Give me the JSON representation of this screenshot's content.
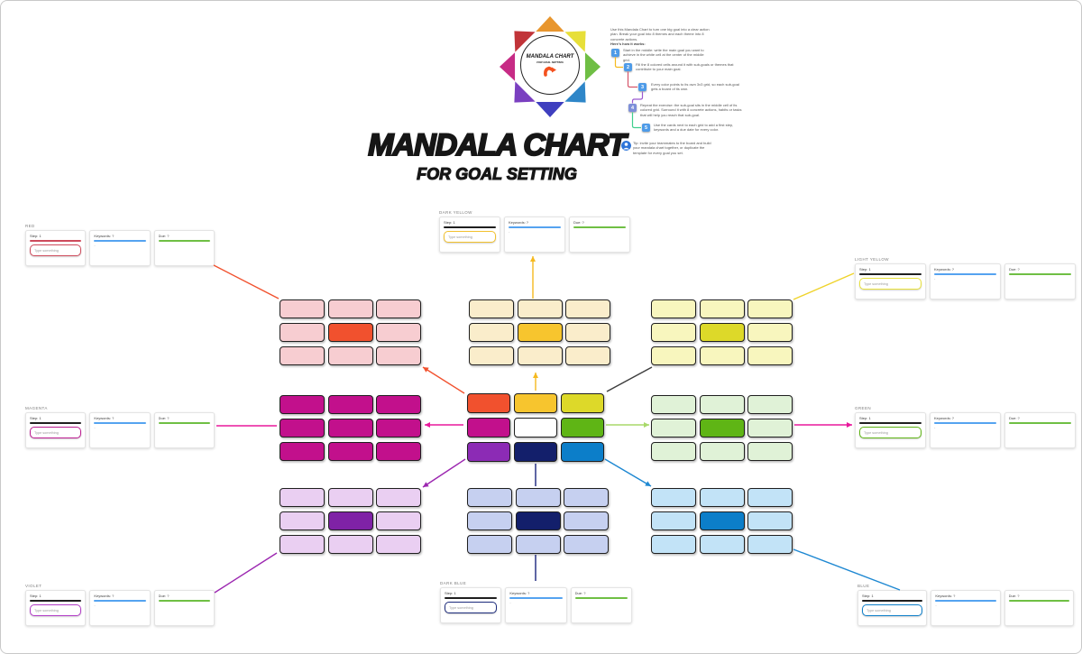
{
  "heading": {
    "title": "MANDALA CHART",
    "subtitle": "FOR GOAL SETTING"
  },
  "logo": {
    "title": "MANDALA CHART",
    "subtitle": "FOR GOAL SETTING",
    "arm_icon_color": "#F4511E",
    "star_colors": [
      "#E8962E",
      "#E7DF39",
      "#6FBE44",
      "#2E86C8",
      "#3F3FBF",
      "#7A3FC0",
      "#C72B85",
      "#C13439"
    ]
  },
  "instructions": {
    "intro": "Use this Mandala Chart to turn one big goal into a clear action plan. Break your goal into 8 themes and each theme into 8 concrete actions.",
    "how_it_works": "Here's how it works:",
    "steps": [
      {
        "num": "1",
        "chip_color": "#4E9BE8",
        "connector_color": "#F5B91F",
        "text": "Start in the middle: write the main goal you want to achieve in the white cell at the center of the middle grid."
      },
      {
        "num": "2",
        "chip_color": "#4E9BE8",
        "connector_color": "#D6556A",
        "text": "Fill the 8 colored cells around it with sub-goals or themes that contribute to your main goal."
      },
      {
        "num": "3",
        "chip_color": "#4E9BE8",
        "connector_color": "#9B59D0",
        "text": "Every color points to its own 3x3 grid, so each sub-goal gets a board of its own."
      },
      {
        "num": "4",
        "chip_color": "#7D8FD9",
        "connector_color": "#3ECF8E",
        "text": "Repeat the exercise: the sub-goal sits in the middle cell of its colored grid. Surround it with 8 concrete actions, habits or tasks that will help you reach that sub-goal."
      },
      {
        "num": "5",
        "chip_color": "#4E9BE8",
        "connector_color": null,
        "text": "Use the cards next to each grid to add a first step, keywords and a due date for every color."
      }
    ],
    "footer": "Tip: invite your teammates to the board and build your mandala chart together, or duplicate the template for every goal you set.",
    "avatar_color": "#2D74D8"
  },
  "cards": {
    "step_label": "Step: 1",
    "keywords_label": "Keywords: ?",
    "due_label": "Due: ?",
    "placeholder": "Type something",
    "keywords_underline": "#55A3F0",
    "due_underline": "#6FBF44"
  },
  "panels": [
    {
      "id": "red",
      "label": "RED",
      "accent": "#CE4B5C",
      "head_underline": "#CE4B5C"
    },
    {
      "id": "dark-yellow",
      "label": "DARK YELLOW",
      "accent": "#F2C12E",
      "head_underline": "#1f1f1f"
    },
    {
      "id": "light-yellow",
      "label": "LIGHT YELLOW",
      "accent": "#E9E23B",
      "head_underline": "#1f1f1f"
    },
    {
      "id": "magenta",
      "label": "MAGENTA",
      "accent": "#BC1B90",
      "head_underline": "#1f1f1f"
    },
    {
      "id": "green",
      "label": "GREEN",
      "accent": "#5FB515",
      "head_underline": "#1f1f1f"
    },
    {
      "id": "violet",
      "label": "VIOLET",
      "accent": "#B13BC6",
      "head_underline": "#1f1f1f"
    },
    {
      "id": "dark-blue",
      "label": "DARK BLUE",
      "accent": "#1B2A7B",
      "head_underline": "#1f1f1f"
    },
    {
      "id": "blue",
      "label": "BLUE",
      "accent": "#0C7EC9",
      "head_underline": "#1f1f1f"
    }
  ],
  "grids": {
    "satellites": [
      {
        "id": "red-grid",
        "light": "#F7CDD1",
        "main": "#F1512E"
      },
      {
        "id": "dark-yellow-grid",
        "light": "#FAEDCB",
        "main": "#F7C52E"
      },
      {
        "id": "light-yellow-grid",
        "light": "#F8F6BE",
        "main": "#DDD929"
      },
      {
        "id": "magenta-grid",
        "light": "#C2108C",
        "main": "#C2108C"
      },
      {
        "id": "green-grid",
        "light": "#E0F2D7",
        "main": "#5FB515"
      },
      {
        "id": "violet-grid",
        "light": "#EACFF2",
        "main": "#7F22A6"
      },
      {
        "id": "dark-blue-grid",
        "light": "#C6D0F0",
        "main": "#131F6B"
      },
      {
        "id": "blue-grid",
        "light": "#C2E3F7",
        "main": "#0C7EC9"
      }
    ],
    "center": {
      "id": "center-grid",
      "colors": [
        "#F1512E",
        "#F7C52E",
        "#DDD929",
        "#C2108C",
        "#FFFFFF",
        "#5FB515",
        "#8C2BB5",
        "#131F6B",
        "#0C7EC9"
      ]
    }
  },
  "connector_colors": {
    "red": "#F1512E",
    "dark_yellow": "#F5B91F",
    "light_yellow_dark": "#3d3d3d",
    "light_yellow": "#EFD32B",
    "magenta": "#E8189C",
    "green_light": "#A8D96A",
    "violet": "#9C27B0",
    "dark_blue": "#1A237E",
    "blue": "#1E88D2"
  }
}
